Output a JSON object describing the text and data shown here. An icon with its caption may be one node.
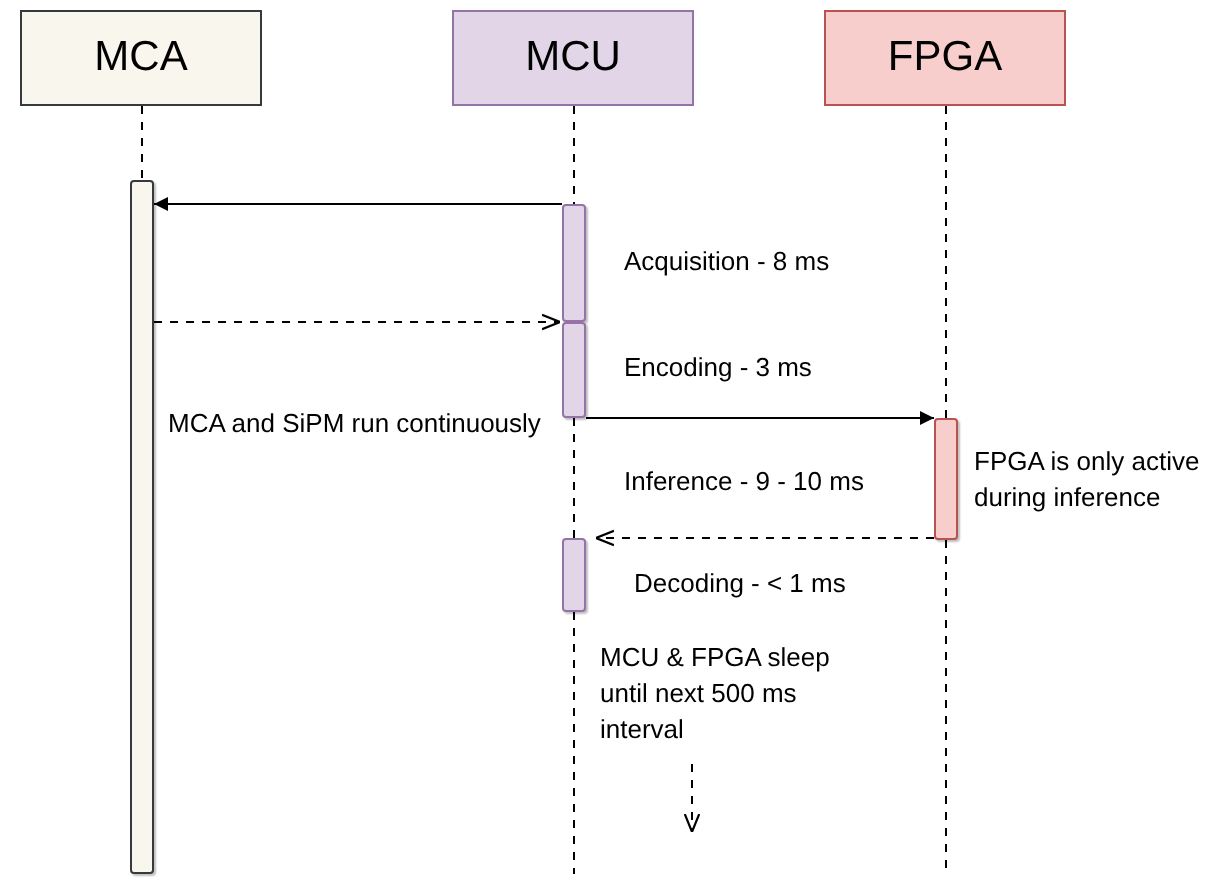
{
  "diagram": {
    "nodes": [
      {
        "text": [
          "MCA"
        ]
      },
      {
        "text": [
          "MCU"
        ]
      },
      {
        "text": [
          "FPGA"
        ]
      },
      {
        "text": [],
        "shape": "bar",
        "beside": [
          "MCA and SiPM run continuously"
        ]
      },
      {
        "text": [],
        "shape": "bar",
        "beside": [
          "Acquisition - 8 ms"
        ]
      },
      {
        "text": [],
        "shape": "bar",
        "beside": [
          "Encoding - 3 ms"
        ]
      },
      {
        "text": [],
        "shape": "bar",
        "beside": [
          "Inference - 9 - 10 ms",
          "FPGA is only active during inference"
        ]
      },
      {
        "text": [],
        "shape": "bar",
        "beside": [
          "Decoding - < 1 ms"
        ]
      },
      {
        "text": [
          "MCU & FPGA sleep until next 500 ms interval"
        ]
      }
    ],
    "edges": [
      {
        "from": 4,
        "to": 3,
        "arrow": "to"
      },
      {
        "from": 3,
        "to": 4,
        "arrow": "to",
        "style": "dashed"
      },
      {
        "from": 5,
        "to": 6,
        "arrow": "to"
      },
      {
        "from": 6,
        "to": 7,
        "arrow": "to",
        "style": "dashed"
      },
      {
        "from": 0,
        "to": 3,
        "arrow": "none",
        "style": "dashed"
      },
      {
        "from": 1,
        "to": 4,
        "arrow": "none",
        "style": "dashed"
      },
      {
        "from": 5,
        "to": 7,
        "arrow": "none",
        "style": "dashed"
      },
      {
        "from": 2,
        "to": 6,
        "arrow": "none",
        "style": "dashed"
      },
      {
        "from": 8,
        "to": null,
        "arrow": "to",
        "style": "dashed"
      }
    ]
  }
}
